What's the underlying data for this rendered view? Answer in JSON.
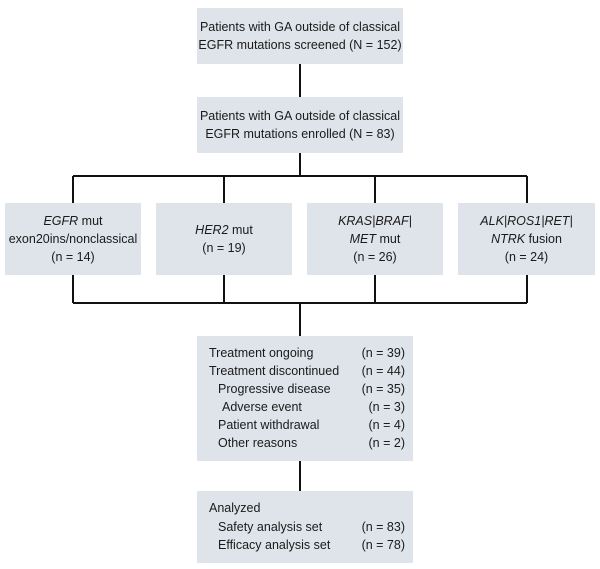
{
  "screened": {
    "line1": "Patients with GA outside of classical",
    "line2": "EGFR mutations screened (N = 152)"
  },
  "enrolled": {
    "line1": "Patients with GA outside of classical",
    "line2": "EGFR mutations enrolled (N = 83)"
  },
  "arms": [
    {
      "gene": "EGFR",
      "suffix": " mut",
      "line2": "exon20ins/nonclassical",
      "count": "(n = 14)"
    },
    {
      "gene": "HER2",
      "suffix": " mut",
      "line2": "",
      "count": "(n = 19)"
    },
    {
      "gene": "KRAS|BRAF|",
      "suffix": "",
      "line2_gene": "MET",
      "line2_suffix": " mut",
      "count": "(n = 26)"
    },
    {
      "gene": "ALK|ROS1|RET|",
      "suffix": "",
      "line2_gene": "NTRK",
      "line2_suffix": " fusion",
      "count": "(n = 24)"
    }
  ],
  "treatment": {
    "rows": [
      {
        "label": "Treatment ongoing",
        "count": "(n = 39)"
      },
      {
        "label": "Treatment discontinued",
        "count": "(n = 44)"
      },
      {
        "label": "Progressive disease",
        "count": "(n = 35)"
      },
      {
        "label": "Adverse event",
        "count": "(n = 3)"
      },
      {
        "label": "Patient withdrawal",
        "count": "(n = 4)"
      },
      {
        "label": "Other reasons",
        "count": "(n = 2)"
      }
    ]
  },
  "analyzed": {
    "title": "Analyzed",
    "rows": [
      {
        "label": "Safety analysis set",
        "count": "(n = 83)"
      },
      {
        "label": "Efficacy analysis set",
        "count": "(n = 78)"
      }
    ]
  },
  "colors": {
    "box": "#dfe4ea",
    "line": "#111111"
  }
}
